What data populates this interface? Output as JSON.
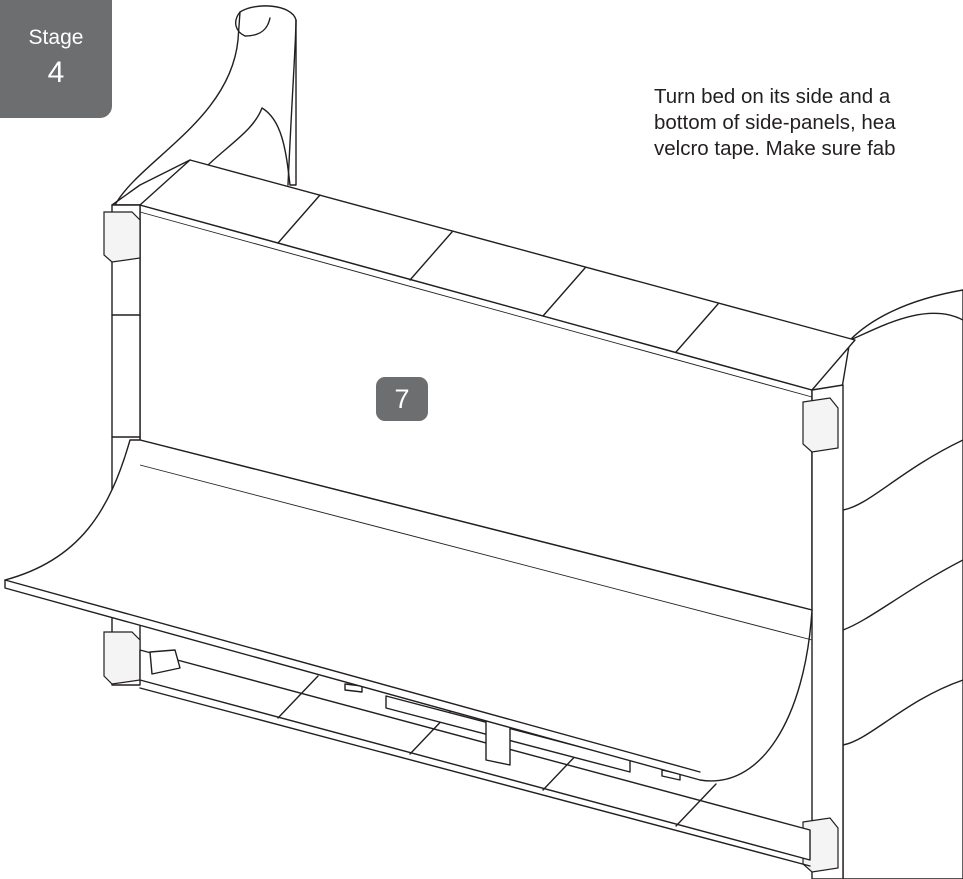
{
  "stage": {
    "label": "Stage",
    "number": "4"
  },
  "instructions": {
    "lines": [
      "Turn bed on its side and a",
      "bottom of side-panels, hea",
      "velcro tape. Make sure fab"
    ]
  },
  "step": {
    "number": "7"
  },
  "colors": {
    "badge": "#6d6e70",
    "line": "#231f20",
    "background": "#ffffff"
  }
}
